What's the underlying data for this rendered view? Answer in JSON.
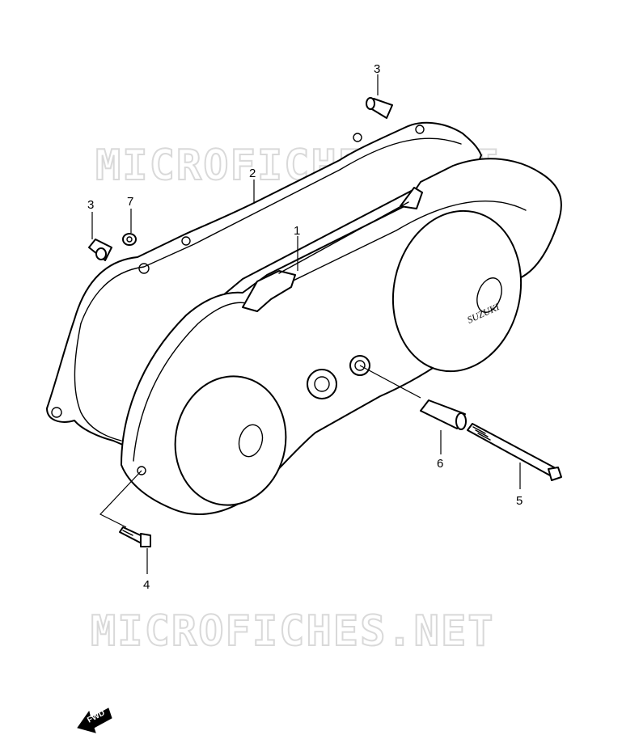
{
  "watermarks": [
    "MICROFICHES.NET",
    "MICROFICHES.NET"
  ],
  "callouts": {
    "part_1": "1",
    "part_2": "2",
    "part_3_upper": "3",
    "part_3_left": "3",
    "part_4": "4",
    "part_5": "5",
    "part_6": "6",
    "part_7": "7"
  },
  "cover_logo": "SUZUKI",
  "fwd_arrow": "FWD",
  "colors": {
    "line": "#000000",
    "watermark": "#d9d9d9",
    "background": "#ffffff"
  }
}
